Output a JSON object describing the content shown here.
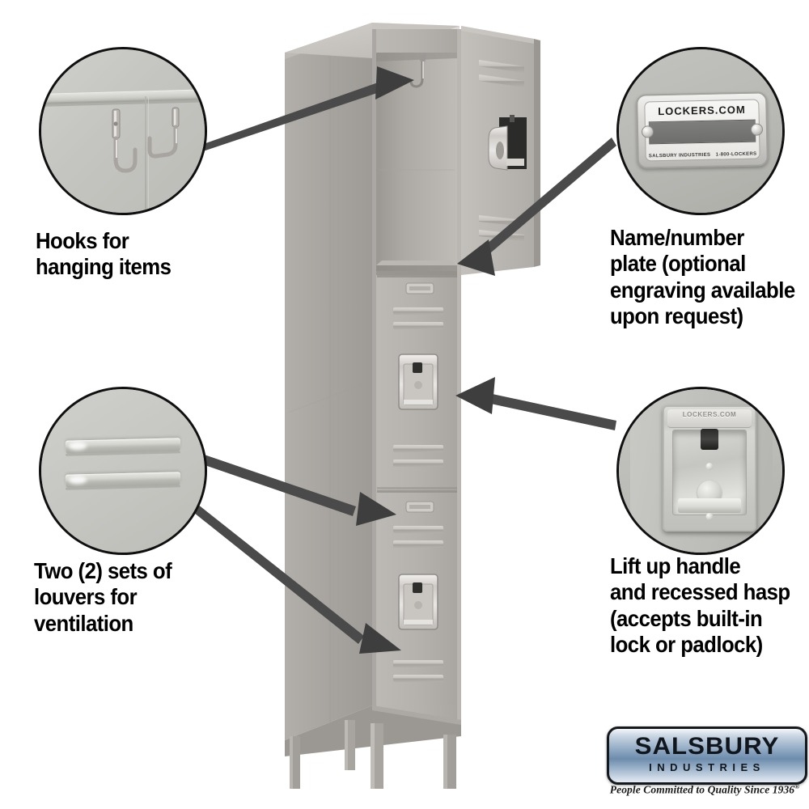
{
  "page": {
    "title": "Salsbury Industries triple tier standard metal locker feature callouts",
    "background_color": "#ffffff",
    "arrow_color": "#4a4a4a",
    "locker_body_color": "#a8a5a1",
    "locker_door_color": "#b5b2ae",
    "callout_outline_color": "#101010"
  },
  "callouts": [
    {
      "id": "hooks",
      "position": "top-left",
      "label": "Hooks for\nhanging items",
      "circle_name": "hooks-detail-circle",
      "detail": "Two chrome hooks mounted on locker interior side wall below shelf"
    },
    {
      "id": "louvers",
      "position": "bottom-left",
      "label": "Two (2) sets of\nlouvers for\nventilation",
      "circle_name": "louvers-detail-circle",
      "detail": "Two horizontal stamped louver vents on locker door"
    },
    {
      "id": "nameplate",
      "position": "top-right",
      "label": "Name/number\nplate (optional\nengraving available\nupon request)",
      "circle_name": "name-plate-detail-circle",
      "detail": "Aluminum name/number plate with two screws"
    },
    {
      "id": "lock",
      "position": "bottom-right",
      "label": "Lift up handle\nand recessed hasp\n(accepts built-in\nlock or padlock)",
      "circle_name": "lock-handle-detail-circle",
      "detail": "Recessed lift-up handle with hasp"
    }
  ],
  "name_plate": {
    "top_text": "LOCKERS.COM",
    "left_text": "SALSBURY INDUSTRIES",
    "right_text": "1-800-LOCKERS"
  },
  "lock_detail": {
    "emboss_text": "LOCKERS.COM"
  },
  "logo": {
    "brand": "SALSBURY",
    "division": "INDUSTRIES",
    "tagline": "People Committed to Quality Since 1936",
    "registered_mark": "®",
    "plate_gradient_from": "#c7d4e2",
    "plate_gradient_to": "#6d8cac"
  },
  "product": {
    "type": "triple-tier-metal-locker",
    "tiers": 3,
    "columns": 1,
    "open_door_tier": "top",
    "legs": 4,
    "louver_sets_per_door": 2
  }
}
